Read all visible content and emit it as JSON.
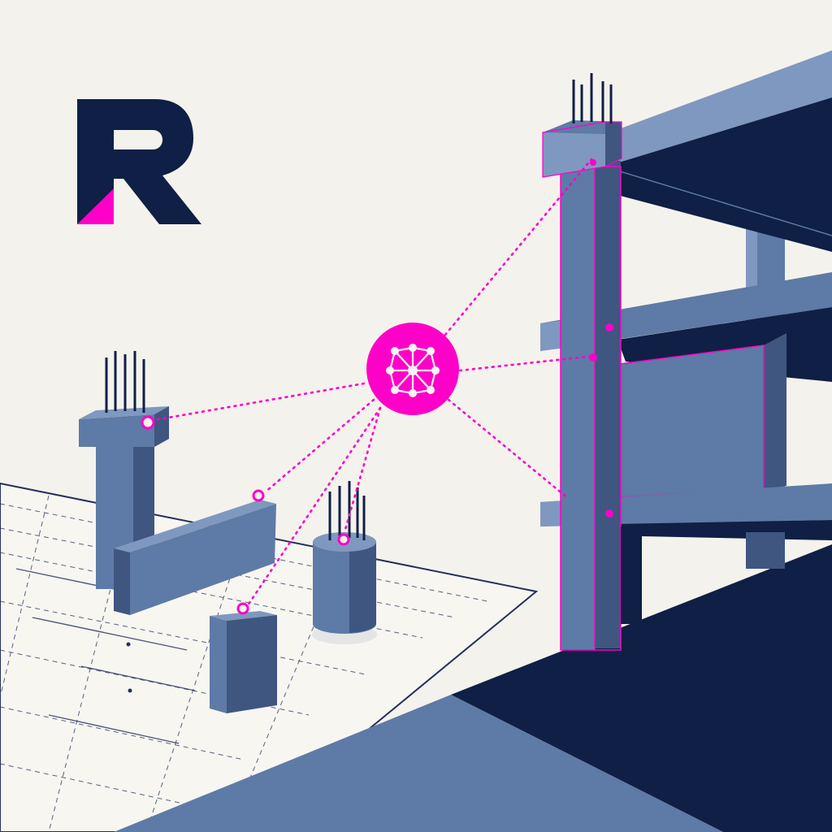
{
  "scene": {
    "subject": "structural-elements-connected-to-network-hub",
    "logo": {
      "letter": "R",
      "icon": "brand-logo-r"
    },
    "hub": {
      "icon": "network-graph-icon"
    },
    "elements": [
      {
        "name": "column-with-rebar"
      },
      {
        "name": "wall-beam"
      },
      {
        "name": "round-column"
      },
      {
        "name": "short-column"
      },
      {
        "name": "building-frame"
      }
    ]
  },
  "colors": {
    "background": "#f4f2ec",
    "navy": "#0f1f45",
    "steel_blue": "#5e7aa6",
    "steel_blue_dark": "#3f5680",
    "steel_blue_light": "#7f98bf",
    "accent_magenta": "#ff00c8",
    "blueprint_line": "#24305a"
  }
}
